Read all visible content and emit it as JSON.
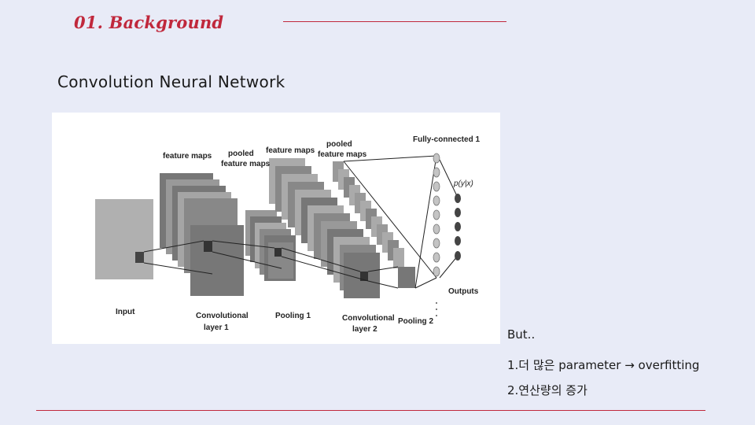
{
  "header": {
    "section_title": "01. Background",
    "slide_heading": "Convolution Neural Network"
  },
  "figure": {
    "labels": {
      "feature_maps_1": "feature maps",
      "pooled_1a": "pooled",
      "pooled_1b": "feature maps",
      "feature_maps_2": "feature maps",
      "pooled_2a": "pooled",
      "pooled_2b": "feature maps",
      "fully_connected": "Fully-connected 1",
      "pyx": "p(y|x)",
      "outputs": "Outputs",
      "input": "Input",
      "conv1a": "Convolutional",
      "conv1b": "layer 1",
      "pool1": "Pooling 1",
      "conv2a": "Convolutional",
      "conv2b": "layer 2",
      "pool2": "Pooling 2"
    }
  },
  "notes": {
    "line1": "But..",
    "line2": "1.더 많은 parameter → overfitting",
    "line3": "2.연산량의 증가"
  },
  "colors": {
    "accent": "#c0283c",
    "background": "#e8ebf7"
  }
}
